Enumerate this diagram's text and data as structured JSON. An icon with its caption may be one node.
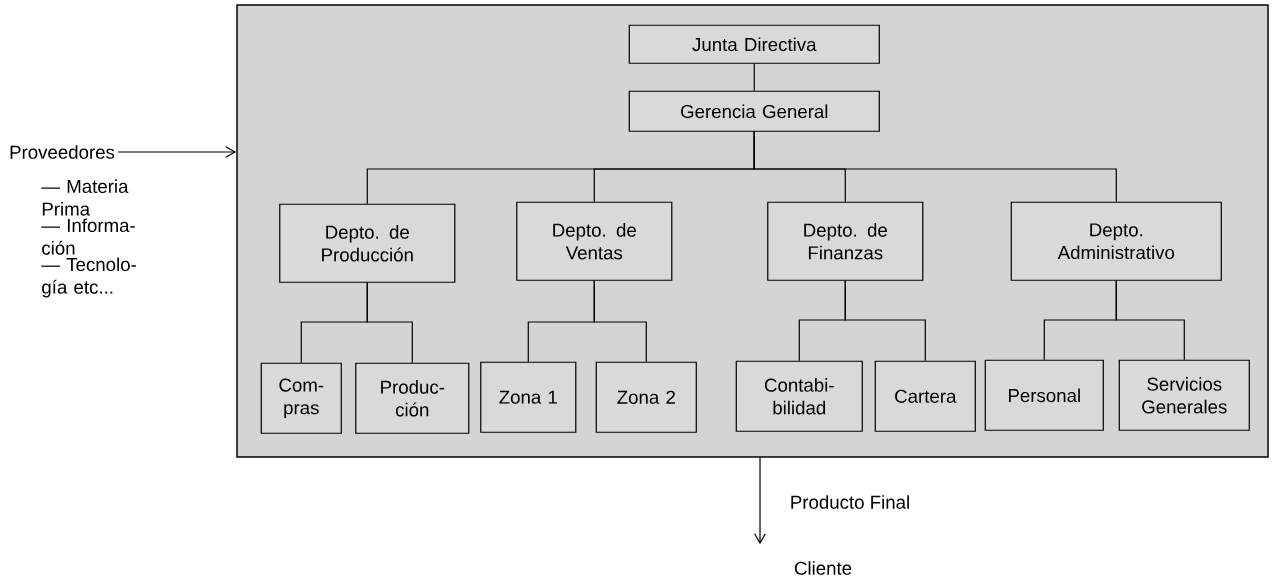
{
  "diagram": {
    "nodes": [
      {
        "text": [],
        "shape": "box"
      },
      {
        "text": [
          "Junta Directiva"
        ],
        "in": 0
      },
      {
        "text": [
          "Gerencia General"
        ],
        "in": 0
      },
      {
        "text": [
          "Depto. de Producción"
        ],
        "in": 0
      },
      {
        "text": [
          "Depto. de Ventas"
        ],
        "in": 0
      },
      {
        "text": [
          "Depto. de Finanzas"
        ],
        "in": 0
      },
      {
        "text": [
          "Depto. Administrativo"
        ],
        "in": 0
      },
      {
        "text": [
          "Com- pras"
        ],
        "in": 0
      },
      {
        "text": [
          "Produc- ción"
        ],
        "in": 0
      },
      {
        "text": [
          "Zona 1"
        ],
        "in": 0
      },
      {
        "text": [
          "Zona 2"
        ],
        "in": 0
      },
      {
        "text": [
          "Contabi- bilidad"
        ],
        "in": 0
      },
      {
        "text": [
          "Cartera"
        ],
        "in": 0
      },
      {
        "text": [
          "Personal"
        ],
        "in": 0
      },
      {
        "text": [
          "Servicios Generales"
        ],
        "in": 0
      },
      {
        "text": [
          "Proveedores"
        ],
        "beside": [
          "— Materia Prima",
          "— Informa- ción",
          "— Tecnolo- gía etc..."
        ]
      },
      {
        "text": [
          "Cliente"
        ]
      }
    ],
    "edges": [
      {
        "from": 1,
        "to": 2,
        "arrow": "none"
      },
      {
        "from": 2,
        "to": 3,
        "arrow": "none"
      },
      {
        "from": 2,
        "to": 4,
        "arrow": "none"
      },
      {
        "from": 2,
        "to": 5,
        "arrow": "none"
      },
      {
        "from": 2,
        "to": 6,
        "arrow": "none"
      },
      {
        "from": 3,
        "to": 7,
        "arrow": "none"
      },
      {
        "from": 3,
        "to": 8,
        "arrow": "none"
      },
      {
        "from": 4,
        "to": 9,
        "arrow": "none"
      },
      {
        "from": 4,
        "to": 10,
        "arrow": "none"
      },
      {
        "from": 5,
        "to": 11,
        "arrow": "none"
      },
      {
        "from": 5,
        "to": 12,
        "arrow": "none"
      },
      {
        "from": 6,
        "to": 13,
        "arrow": "none"
      },
      {
        "from": 6,
        "to": 14,
        "arrow": "none"
      },
      {
        "from": 15,
        "to": 0,
        "arrow": "to"
      },
      {
        "from": 0,
        "to": 16,
        "arrow": "to",
        "label": "Producto Final"
      }
    ]
  }
}
